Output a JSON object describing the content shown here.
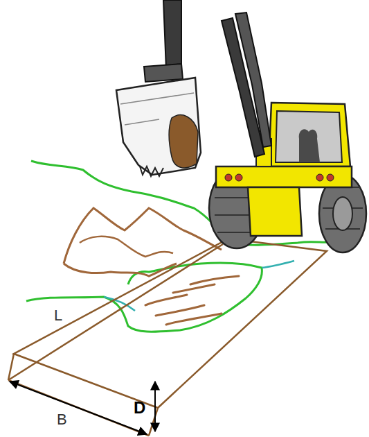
{
  "diagram": {
    "labels": [
      "L",
      "B",
      "D"
    ]
  }
}
